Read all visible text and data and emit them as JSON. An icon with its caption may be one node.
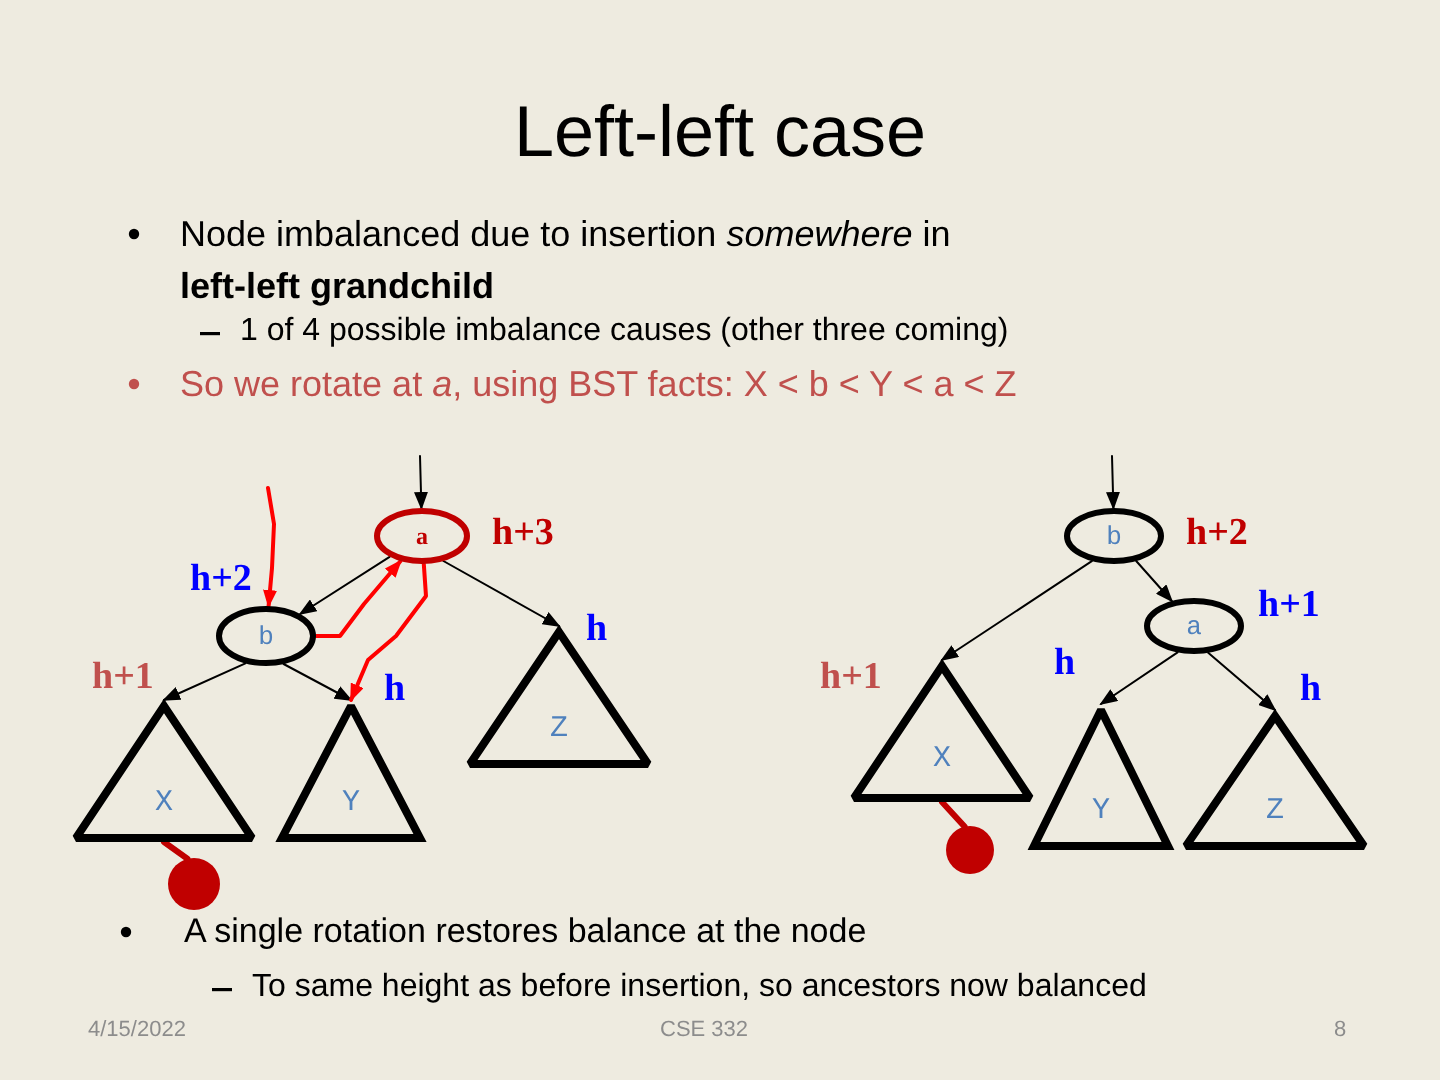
{
  "diagram": {
    "title": "Left-left case",
    "nodes": [
      {
        "text": [
          "a"
        ],
        "beside": [
          "h+3"
        ]
      },
      {
        "text": [
          "b"
        ],
        "beside": [
          "h+2"
        ]
      },
      {
        "text": [
          "X"
        ],
        "beside": [
          "h+1"
        ]
      },
      {
        "text": [
          "Y"
        ],
        "beside": [
          "h"
        ]
      },
      {
        "text": [
          "Z"
        ],
        "beside": [
          "h"
        ]
      },
      {
        "text": [],
        "shape": "circle"
      },
      {
        "text": [
          "b"
        ],
        "beside": [
          "h+2"
        ]
      },
      {
        "text": [
          "a"
        ],
        "beside": [
          "h+1"
        ]
      },
      {
        "text": [
          "X"
        ],
        "beside": [
          "h+1"
        ]
      },
      {
        "text": [
          "Y"
        ],
        "beside": [
          "h"
        ]
      },
      {
        "text": [
          "Z"
        ],
        "beside": [
          "h"
        ]
      },
      {
        "text": [],
        "shape": "circle"
      }
    ],
    "edges": [
      {
        "from": null,
        "to": 0,
        "arrow": "to"
      },
      {
        "from": 0,
        "to": 1,
        "arrow": "to"
      },
      {
        "from": 0,
        "to": 4,
        "arrow": "to"
      },
      {
        "from": 1,
        "to": 2,
        "arrow": "to"
      },
      {
        "from": 1,
        "to": 3,
        "arrow": "to"
      },
      {
        "from": 2,
        "to": 5,
        "arrow": "none",
        "style": "thick",
        "color": "#c00000"
      },
      {
        "from": null,
        "to": 6,
        "arrow": "to"
      },
      {
        "from": 6,
        "to": 8,
        "arrow": "to"
      },
      {
        "from": 6,
        "to": 7,
        "arrow": "to"
      },
      {
        "from": 7,
        "to": 9,
        "arrow": "to"
      },
      {
        "from": 7,
        "to": 10,
        "arrow": "to"
      },
      {
        "from": 8,
        "to": 11,
        "arrow": "none",
        "style": "thick",
        "color": "#c00000"
      },
      {
        "from": null,
        "to": 1,
        "arrow": "to",
        "color": "#ff0000"
      },
      {
        "from": 1,
        "to": 0,
        "arrow": "to",
        "color": "#ff0000"
      },
      {
        "from": 0,
        "to": 3,
        "arrow": "to",
        "color": "#ff0000"
      }
    ],
    "labels": [
      "Node imbalanced due to insertion *somewhere* in **left-left grandchild**",
      "1 of 4 possible imbalance causes (other three coming)",
      "So we rotate at *a*, using BST facts: X < b < Y < a < Z",
      "A single rotation restores balance at the node",
      "To same height as before insertion, so ancestors now balanced",
      "4/15/2022",
      "CSE 332",
      "8"
    ]
  }
}
